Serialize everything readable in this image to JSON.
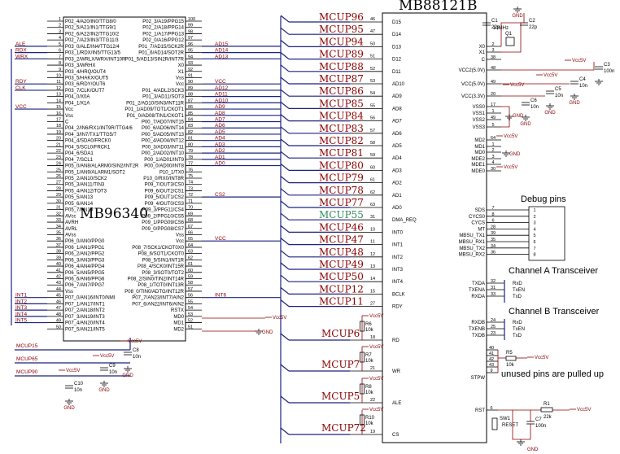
{
  "chips": {
    "mcu": {
      "name": "MB96340"
    },
    "ctrl": {
      "name": "MB88121B"
    }
  },
  "mcu_left_pins": [
    {
      "n": "1",
      "name": "P02_4/A20/IN0/TTG8/0"
    },
    {
      "n": "2",
      "name": "P02_5/A21/IN1/TTG9/1"
    },
    {
      "n": "3",
      "name": "P02_6/A22/IN2/TTG10/2"
    },
    {
      "n": "4",
      "name": "P02_7/A23/IN3/TTG11/3"
    },
    {
      "n": "5",
      "name": "P03_0/ALE/IN4/TTG12/4",
      "net": "ALE"
    },
    {
      "n": "6",
      "name": "P03_1/RDX/IN5/TTG13/5",
      "net": "RDX"
    },
    {
      "n": "7",
      "name": "P03_2/WRLX/WRX/INT10R",
      "net": "WRX"
    },
    {
      "n": "8",
      "name": "P03_3/WRHX"
    },
    {
      "n": "9",
      "name": "P03_4/HRQ/OUT4"
    },
    {
      "n": "10",
      "name": "P03_5/HAKX/OUT5"
    },
    {
      "n": "11",
      "name": "P03_6/RDY/OUT6",
      "net": "RDY"
    },
    {
      "n": "12",
      "name": "P03_7/CLK/OUT7",
      "net": "CLK"
    },
    {
      "n": "13",
      "name": "P04_0/X0A"
    },
    {
      "n": "14",
      "name": "P04_1/X1A"
    },
    {
      "n": "15",
      "name": "Vcc",
      "net": "VCC"
    },
    {
      "n": "16",
      "name": "Vss"
    },
    {
      "n": "17",
      "name": "C"
    },
    {
      "n": "18",
      "name": "P04_2/IN6/RX1/INT9R/TTG4/6"
    },
    {
      "n": "19",
      "name": "P04_3/IN7/TX1/TTG5/7"
    },
    {
      "n": "20",
      "name": "P04_4/SDA0/FRCK0"
    },
    {
      "n": "21",
      "name": "P04_5/SCL0/FRCK1"
    },
    {
      "n": "22",
      "name": "P04_6/SDA1"
    },
    {
      "n": "23",
      "name": "P04_7/SCL1"
    },
    {
      "n": "24",
      "name": "P05_0/AN8/ALARM0/SIN2/INT2R"
    },
    {
      "n": "25",
      "name": "P05_1/AN9/ALARM1/SOT2"
    },
    {
      "n": "26",
      "name": "P05_2/AN10/SCK2"
    },
    {
      "n": "27",
      "name": "P05_3/AN11/TIN3"
    },
    {
      "n": "28",
      "name": "P05_4/AN12/TOT3"
    },
    {
      "n": "29",
      "name": "P05_5/AN13"
    },
    {
      "n": "30",
      "name": "P05_6/AN14"
    },
    {
      "n": "31",
      "name": "P05_7/AN15"
    },
    {
      "n": "32",
      "name": "AVcc"
    },
    {
      "n": "33",
      "name": "AVRH"
    },
    {
      "n": "34",
      "name": "AVRL"
    },
    {
      "n": "35",
      "name": "AVss"
    },
    {
      "n": "36",
      "name": "P06_0/AN0/PPG0"
    },
    {
      "n": "37",
      "name": "P06_1/AN1/PPG1"
    },
    {
      "n": "38",
      "name": "P06_2/AN2/PPG2"
    },
    {
      "n": "39",
      "name": "P06_3/AN3/PPG3"
    },
    {
      "n": "40",
      "name": "P06_4/AN4/PPG4"
    },
    {
      "n": "41",
      "name": "P06_5/AN5/PPG5"
    },
    {
      "n": "42",
      "name": "P06_6/AN6/PPG6"
    },
    {
      "n": "43",
      "name": "P06_7/AN7/PPG7"
    },
    {
      "n": "44",
      "name": "Vss"
    },
    {
      "n": "45",
      "name": "P07_0/AN16/INT0/NMI",
      "net": "INT1"
    },
    {
      "n": "46",
      "name": "P07_1/AN17/INT1",
      "net": "INT2"
    },
    {
      "n": "47",
      "name": "P07_2/AN18/INT2",
      "net": "INT3"
    },
    {
      "n": "48",
      "name": "P07_3/AN19/INT3",
      "net": "INT4"
    },
    {
      "n": "49",
      "name": "P07_4/AN20/INT4",
      "net": "INT5"
    },
    {
      "n": "50",
      "name": "P07_5/AN21/INT5"
    }
  ],
  "mcu_right_pins": [
    {
      "n": "100",
      "name": "P02_3/A19/PPG15"
    },
    {
      "n": "99",
      "name": "P02_2/A18/PPG14"
    },
    {
      "n": "98",
      "name": "P02_1/A17/PPG13"
    },
    {
      "n": "97",
      "name": "P02_0/A16/PPG12"
    },
    {
      "n": "96",
      "name": "P01_7/AD15/SCK2R",
      "net": "AD15"
    },
    {
      "n": "95",
      "name": "P01_6/AD14/SOT2R",
      "net": "AD14"
    },
    {
      "n": "94",
      "name": "P01_5/AD13/SIN2R/INT7R",
      "net": "AD13"
    },
    {
      "n": "93",
      "name": "X0"
    },
    {
      "n": "92",
      "name": "X1"
    },
    {
      "n": "91",
      "name": "Vss"
    },
    {
      "n": "90",
      "name": "Vcc",
      "net": "VCC"
    },
    {
      "n": "89",
      "name": "P01_4/ADL2/SCK3",
      "net": "AD12"
    },
    {
      "n": "88",
      "name": "P01_3/AD11/SOT3",
      "net": "AD11"
    },
    {
      "n": "87",
      "name": "P01_2/AD10/SIN3/INT11R",
      "net": "AD10"
    },
    {
      "n": "86",
      "name": "P01_1/AD09/TOT1/CKOT1",
      "net": "AD9"
    },
    {
      "n": "85",
      "name": "P01_0/AD08/TIN1/CKOT1",
      "net": "AD8"
    },
    {
      "n": "84",
      "name": "P00_7/AD07/INT15",
      "net": "AD7"
    },
    {
      "n": "83",
      "name": "P00_6/AD06/INT14",
      "net": "AD6"
    },
    {
      "n": "82",
      "name": "P00_5/AD05/INT13",
      "net": "AD5"
    },
    {
      "n": "81",
      "name": "P00_4/AD04/INT12",
      "net": "AD4"
    },
    {
      "n": "80",
      "name": "P00_3/AD03/INT11",
      "net": "AD3"
    },
    {
      "n": "79",
      "name": "P00_2/AD02/INT10",
      "net": "AD2"
    },
    {
      "n": "78",
      "name": "P00_1/AD01/INT9",
      "net": "AD1"
    },
    {
      "n": "77",
      "name": "P00_0/AD00/INT8",
      "net": "AD0"
    },
    {
      "n": "76",
      "name": "P10_1/TX0"
    },
    {
      "n": "75",
      "name": "P10_0/RX0/INT8R"
    },
    {
      "n": "74",
      "name": "P09_7/OUT3/CS0"
    },
    {
      "n": "73",
      "name": "P09_6/OUT2/CS1"
    },
    {
      "n": "72",
      "name": "P09_5/OUT1/CS2",
      "net": "CS2"
    },
    {
      "n": "71",
      "name": "P09_4/OUT0/CS3"
    },
    {
      "n": "70",
      "name": "P09_3/PPG11/CS4"
    },
    {
      "n": "69",
      "name": "P09_2/PPG10/CS5"
    },
    {
      "n": "68",
      "name": "P09_1/PPG09/CS6"
    },
    {
      "n": "67",
      "name": "P09_0/PPG08/CS7"
    },
    {
      "n": "66",
      "name": "Vss"
    },
    {
      "n": "65",
      "name": "Vcc",
      "net": "VCC"
    },
    {
      "n": "64",
      "name": "P08_7/SCK1/CKOT0X0"
    },
    {
      "n": "63",
      "name": "P08_6/SOT1/CKOT0"
    },
    {
      "n": "62",
      "name": "P08_5/SIN1/INT1R"
    },
    {
      "n": "61",
      "name": "P08_4/SCK0/INT15R"
    },
    {
      "n": "60",
      "name": "P08_3/SOT0/TOT2"
    },
    {
      "n": "59",
      "name": "P08_2/SIN0/TIN2/INT14R"
    },
    {
      "n": "58",
      "name": "P08_1/TOT0/INT13R"
    },
    {
      "n": "57",
      "name": "P08_0/TIN0/ADTG/INT12R"
    },
    {
      "n": "56",
      "name": "P07_7/AN23/INT7/AIN2",
      "net": "INT6"
    },
    {
      "n": "55",
      "name": "P07_6/AN22/INT6/AIN2"
    },
    {
      "n": "54",
      "name": "RSTX"
    },
    {
      "n": "53",
      "name": "MD0"
    },
    {
      "n": "52",
      "name": "MD1"
    },
    {
      "n": "51",
      "name": "MD2"
    }
  ],
  "ctrl_left_pins": [
    {
      "n": "46",
      "name": "D15",
      "net": "MCUP96"
    },
    {
      "n": "47",
      "name": "D14",
      "net": "MCUP95"
    },
    {
      "n": "50",
      "name": "D13",
      "net": "MCUP94"
    },
    {
      "n": "51",
      "name": "D12",
      "net": "MCUP89"
    },
    {
      "n": "52",
      "name": "D11",
      "net": "MCUP88"
    },
    {
      "n": "53",
      "name": "AD10",
      "net": "MCUP87"
    },
    {
      "n": "54",
      "name": "AD9",
      "net": "MCUP86"
    },
    {
      "n": "55",
      "name": "AD8",
      "net": "MCUP85"
    },
    {
      "n": "56",
      "name": "AD7",
      "net": "MCUP84"
    },
    {
      "n": "57",
      "name": "AD6",
      "net": "MCUP83"
    },
    {
      "n": "58",
      "name": "AD5",
      "net": "MCUP82"
    },
    {
      "n": "59",
      "name": "AD4",
      "net": "MCUP81"
    },
    {
      "n": "60",
      "name": "AD3",
      "net": "MCUP80"
    },
    {
      "n": "61",
      "name": "AD2",
      "net": "MCUP79"
    },
    {
      "n": "62",
      "name": "AD1",
      "net": "MCUP78"
    },
    {
      "n": "63",
      "name": "AD0",
      "net": "MCUP77"
    },
    {
      "n": "31",
      "name": "DMA_REQ",
      "net": "MCUP55",
      "green": true
    },
    {
      "n": "10",
      "name": "INT0",
      "net": "MCUP46"
    },
    {
      "n": "11",
      "name": "INT1",
      "net": "MCUP47"
    },
    {
      "n": "12",
      "name": "INT2",
      "net": "MCUP48"
    },
    {
      "n": "13",
      "name": "INT3",
      "net": "MCUP49"
    },
    {
      "n": "14",
      "name": "INT4",
      "net": "MCUP50"
    },
    {
      "n": "15",
      "name": "BCLK",
      "net": "MCUP12"
    },
    {
      "n": "27",
      "name": "RDY",
      "net": "MCUP11"
    }
  ],
  "ctrl_lower_pins": [
    {
      "n": "18",
      "name": "RD",
      "net": "MCUP6"
    },
    {
      "n": "21",
      "name": "WR",
      "net": "MCUP7"
    },
    {
      "n": "22",
      "name": "ALE",
      "net": "MCUP5"
    },
    {
      "n": "19",
      "name": "CS",
      "net": "MCUP72"
    }
  ],
  "ctrl_right_pins": [
    {
      "n": "2",
      "name": "X0"
    },
    {
      "n": "3",
      "name": "X1"
    },
    {
      "n": "38",
      "name": "C"
    },
    {
      "n": "48",
      "name": "VCC2(5.0V)"
    },
    {
      "n": "49",
      "name": "VCC(5.0V)"
    },
    {
      "n": "20",
      "name": "VCC(3.3V)"
    },
    {
      "n": "17",
      "name": "VSS0"
    },
    {
      "n": "1",
      "name": "VSS1"
    },
    {
      "n": "49",
      "name": "VSS2"
    },
    {
      "n": "5",
      "name": "VSS3"
    },
    {
      "n": "64",
      "name": "MD2"
    },
    {
      "n": "1",
      "name": "MD1"
    },
    {
      "n": "2",
      "name": "MD0"
    },
    {
      "n": "3",
      "name": "MDE2"
    },
    {
      "n": "4",
      "name": "MDE1"
    },
    {
      "n": "30",
      "name": "MDE0"
    }
  ],
  "debug": {
    "title": "Debug pins",
    "pins": [
      {
        "n": "7",
        "name": "SDS",
        "h": "1"
      },
      {
        "n": "8",
        "name": "CYCS0",
        "h": "2"
      },
      {
        "n": "6",
        "name": "CYCS",
        "h": "3"
      },
      {
        "n": "28",
        "name": "MT",
        "h": "4"
      },
      {
        "n": "39",
        "name": "MBSU_TX1",
        "h": "5"
      },
      {
        "n": "35",
        "name": "MBSU_RX1",
        "h": "6"
      },
      {
        "n": "34",
        "name": "MBSU_TX2",
        "h": "7"
      },
      {
        "n": "36",
        "name": "MBSU_RX2",
        "h": "8"
      }
    ]
  },
  "chan_a": {
    "title": "Channel A Transceiver",
    "pins": [
      {
        "n": "32",
        "name": "TXDA",
        "sig": "RxD"
      },
      {
        "n": "31",
        "name": "TXENA",
        "sig": "TxEN"
      },
      {
        "n": "33",
        "name": "RXDA",
        "sig": "TxD"
      }
    ]
  },
  "chan_b": {
    "title": "Channel B Transceiver",
    "pins": [
      {
        "n": "24",
        "name": "RXDB",
        "sig": "RxD"
      },
      {
        "n": "25",
        "name": "TXENB",
        "sig": "TxEN"
      },
      {
        "n": "23",
        "name": "TXDB",
        "sig": "TxD"
      }
    ]
  },
  "stpw": {
    "label": "STPW",
    "pins": [
      "40",
      "41",
      "42",
      "43",
      "9"
    ],
    "note": "unused pins are pulled up"
  },
  "rst": {
    "label": "RST",
    "pin": "6"
  },
  "components": {
    "c1": {
      "ref": "C1",
      "val": "22p"
    },
    "c2": {
      "ref": "C2",
      "val": "22p"
    },
    "q1": {
      "ref": "Q1",
      "val": "10MHz"
    },
    "c3": {
      "ref": "C3",
      "val": "100n"
    },
    "c4": {
      "ref": "C4",
      "val": "10n"
    },
    "c5": {
      "ref": "C5",
      "val": "10n"
    },
    "c6": {
      "ref": "C6",
      "val": "10n"
    },
    "c7": {
      "ref": "C7",
      "val": "100n"
    },
    "c8": {
      "ref": "C8",
      "val": "10n"
    },
    "c9": {
      "ref": "C9",
      "val": "10n"
    },
    "c10": {
      "ref": "C10",
      "val": "10n"
    },
    "r1": {
      "ref": "R1",
      "val": "22k"
    },
    "r5": {
      "ref": "R5",
      "val": "10k"
    },
    "r6": {
      "ref": "R6",
      "val": "10k"
    },
    "r7": {
      "ref": "R7",
      "val": "10k"
    },
    "r8": {
      "ref": "R8",
      "val": "10k"
    },
    "r10": {
      "ref": "R10",
      "val": "10k"
    },
    "sw1": {
      "ref": "SW1",
      "val": "RESET"
    }
  },
  "power": {
    "vcc5": "Vcc5V",
    "gnd": "GND",
    "vcc": "VCC"
  },
  "mcu_side_nets": [
    "MCUP15",
    "MCUP65",
    "MCUP90"
  ],
  "colors": {
    "wire": "#1a237e",
    "net": "#8b0000",
    "green": "#2e8b57"
  }
}
